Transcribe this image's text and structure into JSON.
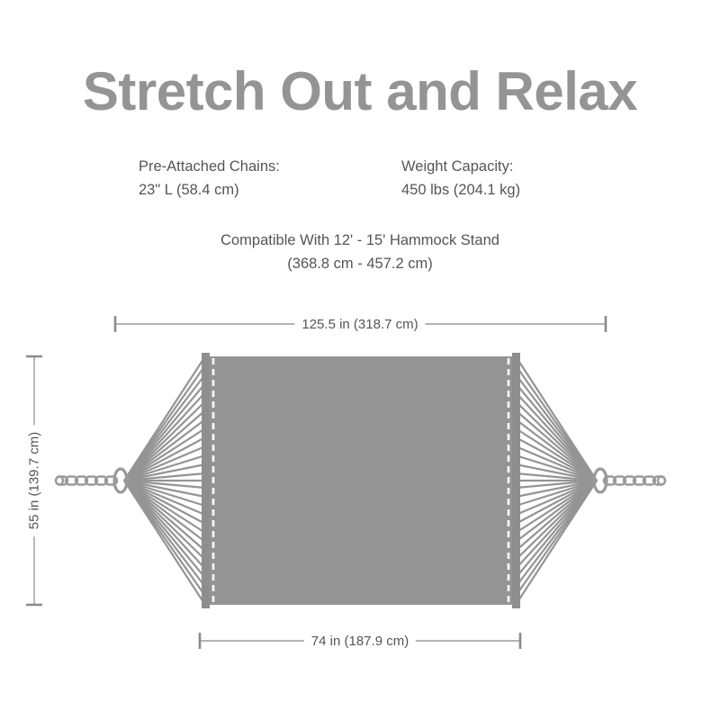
{
  "title": "Stretch Out and Relax",
  "specs": [
    {
      "label": "Pre-Attached Chains:",
      "value": "23\" L (58.4 cm)"
    },
    {
      "label": "Weight Capacity:",
      "value": "450 lbs (204.1 kg)"
    }
  ],
  "compatibility": {
    "line1": "Compatible With 12' - 15' Hammock Stand",
    "line2": "(368.8 cm - 457.2 cm)"
  },
  "dimensions": {
    "total_length": "125.5 in (318.7 cm)",
    "height": "55 in (139.7 cm)",
    "bed_width": "74 in (187.9 cm)"
  },
  "colors": {
    "title_gray": "#949494",
    "text_gray": "#555555",
    "product_gray": "#949494",
    "line_gray": "#9a9a9a",
    "background": "#ffffff"
  },
  "product": {
    "name": "rope-hammock",
    "parts": [
      "chain-left",
      "ring-left",
      "rope-fan-left",
      "spreader-bar-left",
      "hammock-bed",
      "spreader-bar-right",
      "rope-fan-right",
      "ring-right",
      "chain-right"
    ]
  }
}
